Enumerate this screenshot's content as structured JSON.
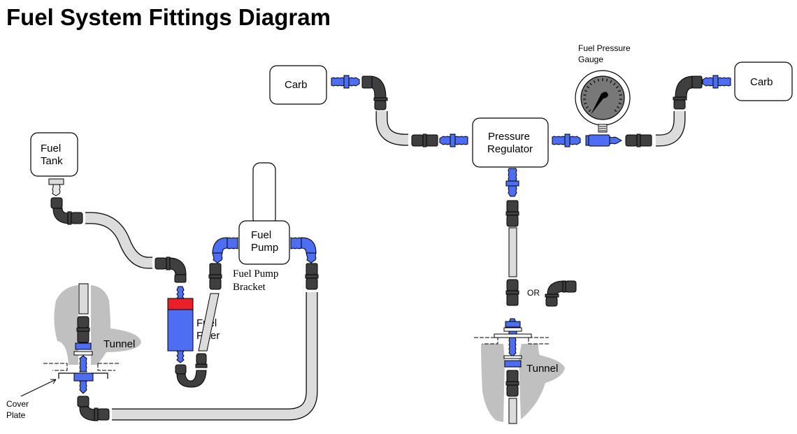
{
  "title": "Fuel System Fittings Diagram",
  "colors": {
    "fitting_black": "#3f3f3f",
    "fitting_blue": "#4d6ef2",
    "hose_gray": "#dcdcdc",
    "tunnel_gray": "#c0c0c0",
    "filter_red": "#e8202a",
    "gauge_face": "#787878"
  },
  "components": {
    "carb_left": "Carb",
    "carb_right": "Carb",
    "pressure_regulator": [
      "Pressure",
      "Regulator"
    ],
    "fuel_pressure_gauge": [
      "Fuel Pressure",
      "Gauge"
    ],
    "fuel_tank": [
      "Fuel",
      "Tank"
    ],
    "fuel_pump": [
      "Fuel",
      "Pump"
    ],
    "fuel_pump_bracket": [
      "Fuel Pump",
      "Bracket"
    ],
    "fuel_filter": [
      "Fuel",
      "Filter"
    ],
    "tunnel_left": "Tunnel",
    "tunnel_right": "Tunnel",
    "cover_plate": [
      "Cover",
      "Plate"
    ],
    "or_label": "OR"
  }
}
